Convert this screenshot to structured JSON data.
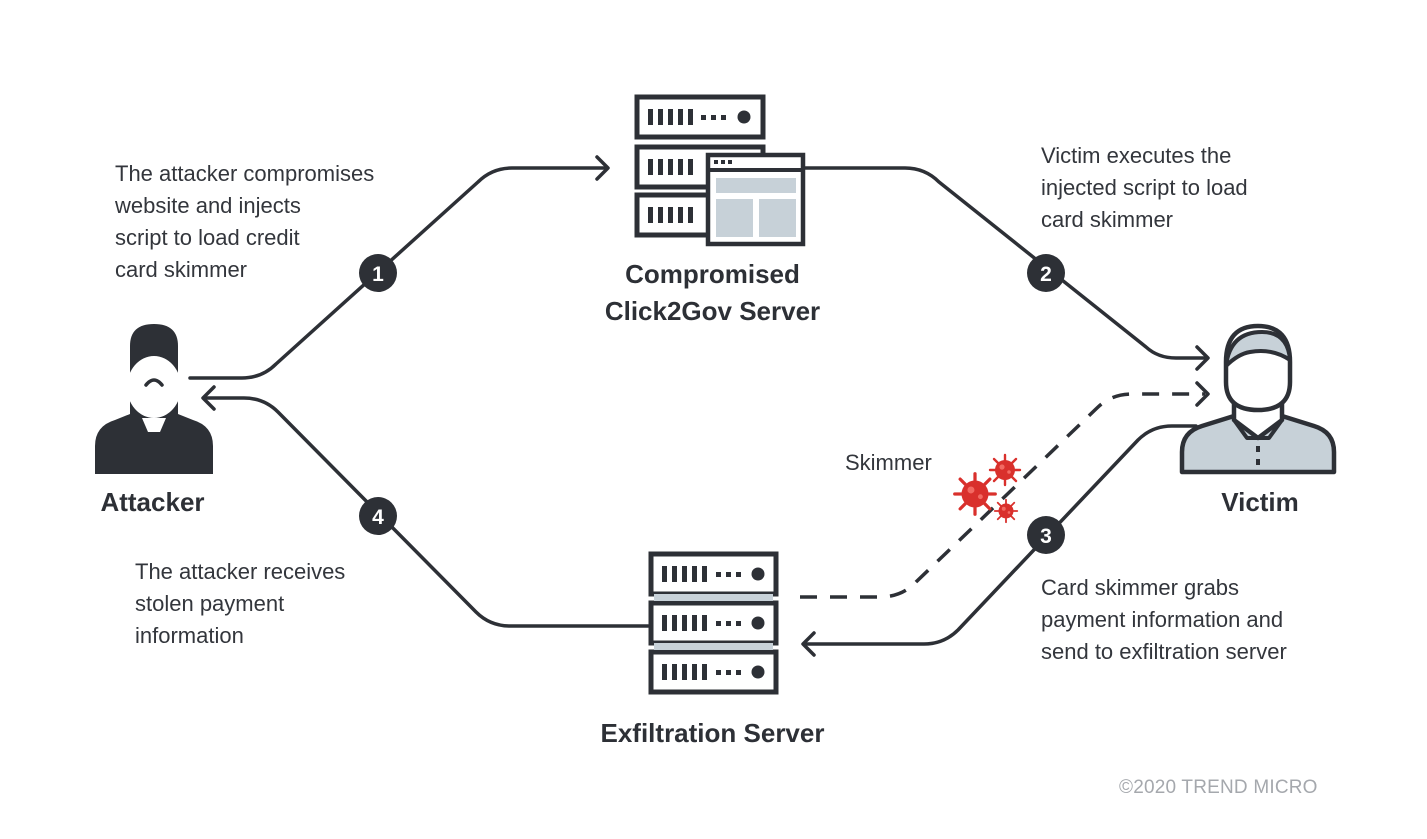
{
  "nodes": {
    "attacker": "Attacker",
    "victim": "Victim",
    "compromised_server": "Compromised\nClick2Gov Server",
    "exfil_server": "Exfiltration Server",
    "skimmer": "Skimmer"
  },
  "steps": [
    {
      "number": "1",
      "text": "The attacker compromises\nwebsite and injects\nscript to load credit\ncard skimmer"
    },
    {
      "number": "2",
      "text": "Victim executes the\ninjected script to load\ncard skimmer"
    },
    {
      "number": "3",
      "text": "Card skimmer grabs\npayment information and\nsend to exfiltration server"
    },
    {
      "number": "4",
      "text": "The attacker receives\nstolen payment\ninformation"
    }
  ],
  "copyright": "©2020 TREND MICRO",
  "colors": {
    "line": "#2d3036",
    "accent_fill": "#c7d1d8",
    "skimmer": "#d9302c",
    "copyright": "#a5a8ad"
  },
  "icons": [
    "server-stack-icon",
    "browser-window-icon",
    "attacker-icon",
    "victim-icon",
    "virus-icon"
  ]
}
